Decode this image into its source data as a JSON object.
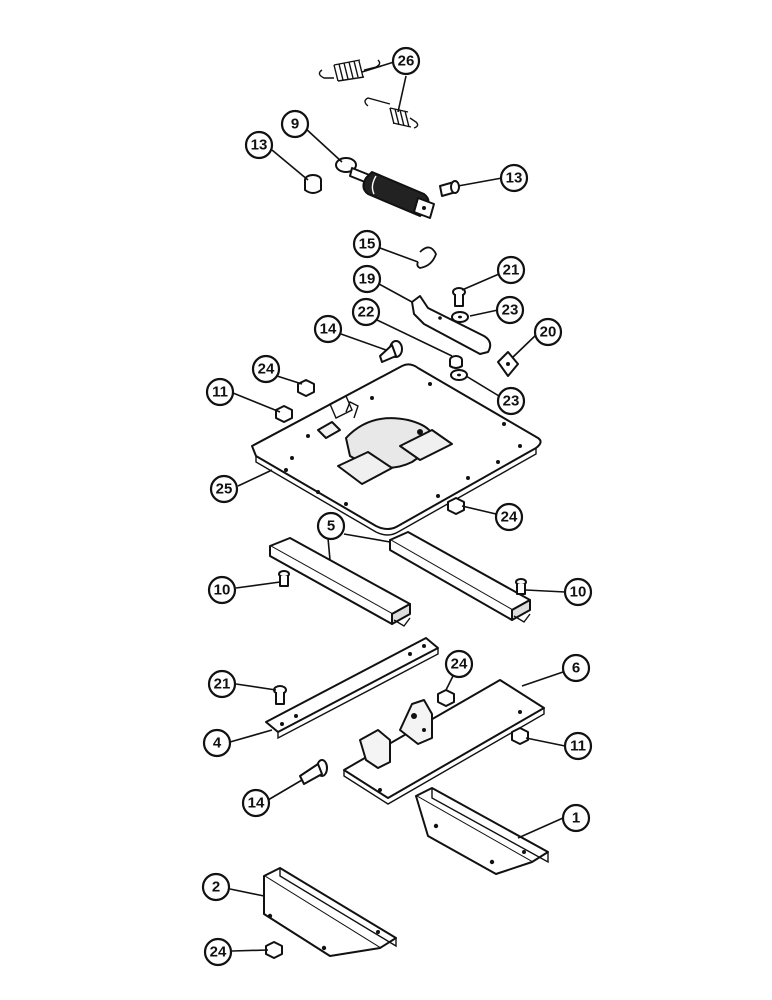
{
  "callouts": [
    {
      "id": "c26",
      "label": "26"
    },
    {
      "id": "c9",
      "label": "9"
    },
    {
      "id": "c13a",
      "label": "13"
    },
    {
      "id": "c13b",
      "label": "13"
    },
    {
      "id": "c15",
      "label": "15"
    },
    {
      "id": "c19",
      "label": "19"
    },
    {
      "id": "c21a",
      "label": "21"
    },
    {
      "id": "c23a",
      "label": "23"
    },
    {
      "id": "c22",
      "label": "22"
    },
    {
      "id": "c20",
      "label": "20"
    },
    {
      "id": "c14a",
      "label": "14"
    },
    {
      "id": "c24a",
      "label": "24"
    },
    {
      "id": "c11a",
      "label": "11"
    },
    {
      "id": "c23b",
      "label": "23"
    },
    {
      "id": "c25",
      "label": "25"
    },
    {
      "id": "c24b",
      "label": "24"
    },
    {
      "id": "c5",
      "label": "5"
    },
    {
      "id": "c10a",
      "label": "10"
    },
    {
      "id": "c10b",
      "label": "10"
    },
    {
      "id": "c6",
      "label": "6"
    },
    {
      "id": "c21b",
      "label": "21"
    },
    {
      "id": "c24c",
      "label": "24"
    },
    {
      "id": "c4",
      "label": "4"
    },
    {
      "id": "c11b",
      "label": "11"
    },
    {
      "id": "c14b",
      "label": "14"
    },
    {
      "id": "c1",
      "label": "1"
    },
    {
      "id": "c2",
      "label": "2"
    },
    {
      "id": "c24d",
      "label": "24"
    }
  ]
}
